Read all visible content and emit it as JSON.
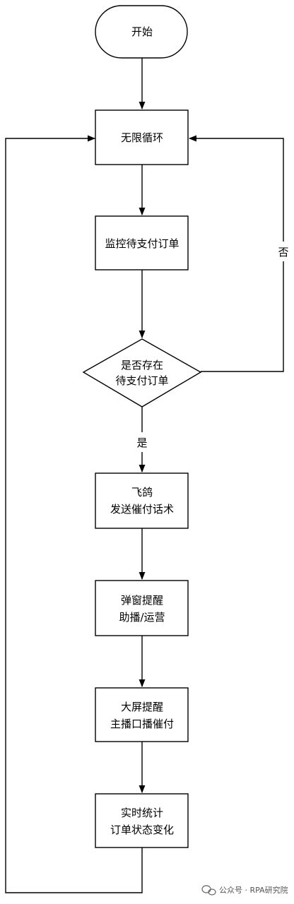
{
  "nodes": {
    "start": {
      "lines": [
        "开始"
      ]
    },
    "loop": {
      "lines": [
        "无限循环"
      ]
    },
    "monitor": {
      "lines": [
        "监控待支付订单"
      ]
    },
    "decision": {
      "lines": [
        "是否存在",
        "待支付订单"
      ]
    },
    "feige": {
      "lines": [
        "飞鸽",
        "发送催付话术"
      ]
    },
    "popup": {
      "lines": [
        "弹窗提醒",
        "助播/运营"
      ]
    },
    "screen": {
      "lines": [
        "大屏提醒",
        "主播口播催付"
      ]
    },
    "stats": {
      "lines": [
        "实时统计",
        "订单状态变化"
      ]
    }
  },
  "edges": {
    "yes_label": "是",
    "no_label": "否"
  },
  "watermark": {
    "icon": "wechat-icon",
    "text": "公众号 · RPA研究院"
  }
}
